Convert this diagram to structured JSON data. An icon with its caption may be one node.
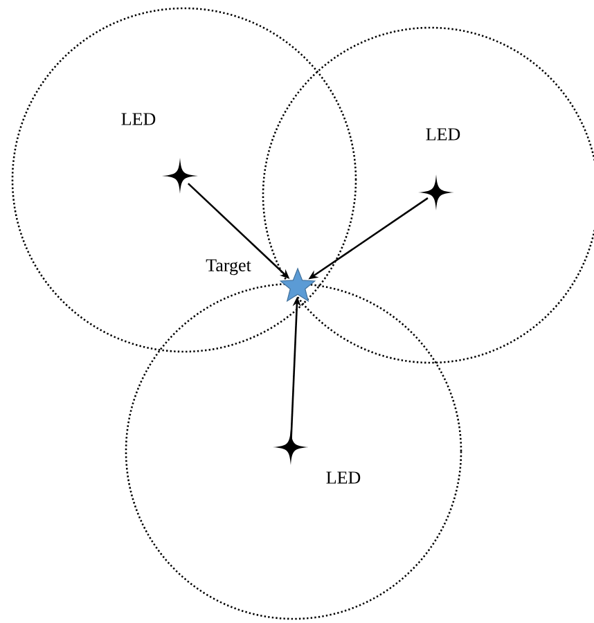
{
  "diagram": {
    "nodes": [
      {
        "text": [],
        "shape": "star",
        "beside": [
          "LED"
        ]
      },
      {
        "text": [],
        "shape": "star",
        "beside": [
          "LED"
        ]
      },
      {
        "text": [],
        "shape": "star",
        "beside": [
          "Target"
        ]
      },
      {
        "text": [],
        "shape": "star",
        "beside": [
          "LED"
        ]
      }
    ],
    "edges": [
      {
        "from": 0,
        "to": 2,
        "arrow": "to"
      },
      {
        "from": 1,
        "to": 2,
        "arrow": "to"
      },
      {
        "from": 3,
        "to": 2,
        "arrow": "to"
      }
    ]
  }
}
